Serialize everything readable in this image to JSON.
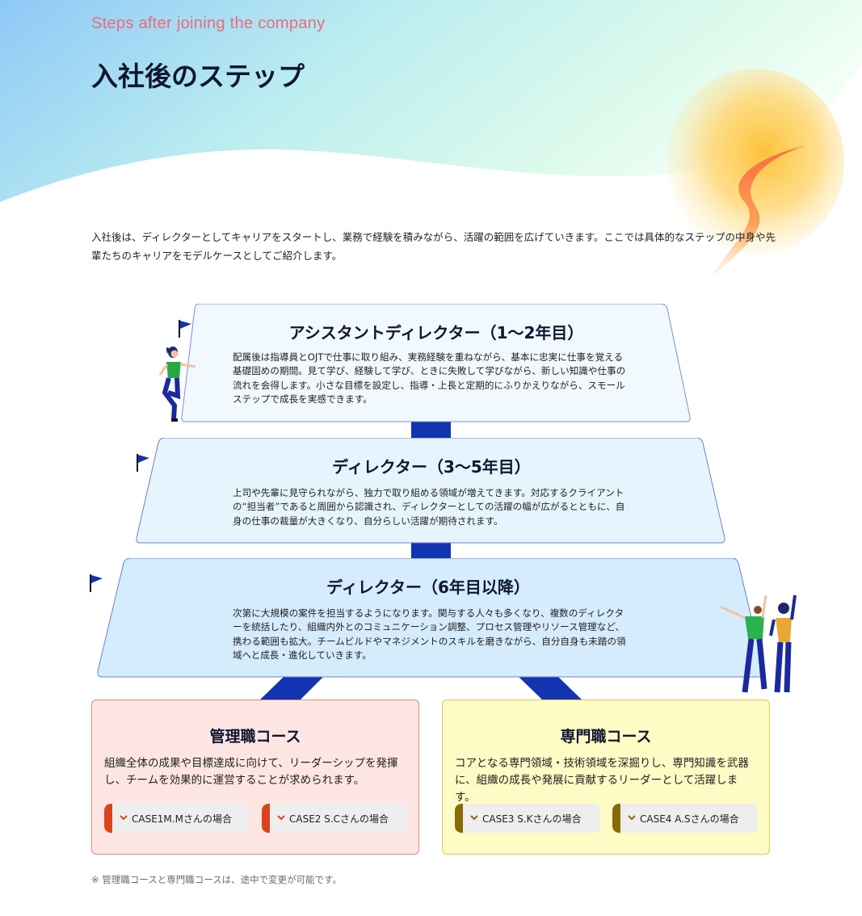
{
  "header": {
    "subtitle_en": "Steps after joining the company",
    "title": "入社後のステップ"
  },
  "intro": {
    "text": "入社後は、ディレクターとしてキャリアをスタートし、業務で経験を積みながら、活躍の範囲を広げていきます。ここでは具体的なステップの中身や先輩たちのキャリアをモデルケースとしてご紹介します。"
  },
  "levels": [
    {
      "icon": "flag-icon",
      "title": "アシスタントディレクター（1〜2年目）",
      "body": "配属後は指導員とOJTで仕事に取り組み、実務経験を重ねながら、基本に忠実に仕事を覚える基礎固めの期間。見て学び、経験して学び、ときに失敗して学びながら、新しい知識や仕事の流れを会得します。小さな目標を設定し、指導・上長と定期的にふりかえりながら、スモールステップで成長を実感できます。"
    },
    {
      "icon": "flag-icon",
      "title": "ディレクター（3〜5年目）",
      "body": "上司や先輩に見守られながら、独力で取り組める領域が増えてきます。対応するクライアントの“担当者”であると周囲から認識され、ディレクターとしての活躍の幅が広がるとともに、自身の仕事の裁量が大きくなり、自分らしい活躍が期待されます。"
    },
    {
      "icon": "flag-icon",
      "title": "ディレクター（6年目以降）",
      "body": "次第に大規模の案件を担当するようになります。関与する人々も多くなり、複数のディレクターを統括したり、組織内外とのコミュニケーション調整、プロセス管理やリソース管理など、携わる範囲も拡大。チームビルドやマネジメントのスキルを磨きながら、自分自身も未踏の領域へと成長・進化していきます。"
    }
  ],
  "courses": [
    {
      "title": "管理職コース",
      "desc": "組織全体の成果や目標達成に向けて、リーダーシップを発揮し、チームを効果的に運営することが求められます。",
      "cases": [
        "CASE1M.Mさんの場合",
        "CASE2 S.Cさんの場合"
      ]
    },
    {
      "title": "専門職コース",
      "desc": "コアとなる専門領域・技術領域を深掘りし、専門知識を武器に、組織の成長や発展に貢献するリーダーとして活躍します。",
      "cases": [
        "CASE3 S.Kさんの場合",
        "CASE4 A.Sさんの場合"
      ]
    }
  ],
  "footnote": "※ 管理職コースと専門職コースは、途中で変更が可能です。",
  "colors": {
    "accent_navy": "#1334b0",
    "title_en_pink": "#ec6b7b",
    "management_bg": "#fde6e2",
    "management_border": "#e08a7d",
    "management_bar": "#d9441f",
    "specialist_bg": "#fefbc4",
    "specialist_border": "#e0c65a",
    "specialist_bar": "#8a6a05"
  }
}
